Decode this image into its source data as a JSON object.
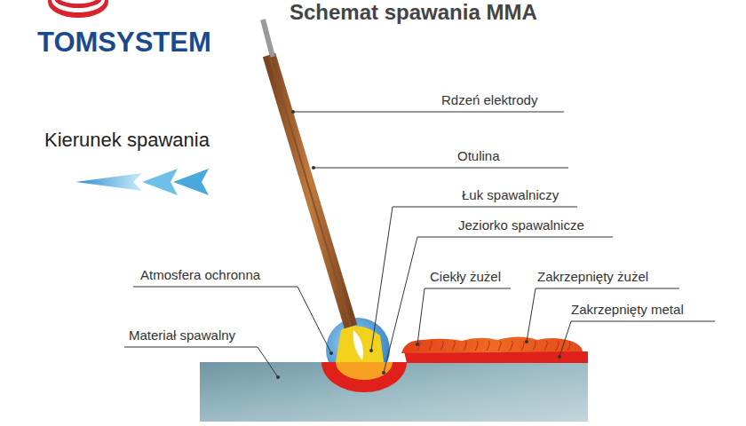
{
  "diagram": {
    "title": "Schemat spawania MMA",
    "labels": [
      "TOMSYSTEM",
      "Kierunek spawania",
      "Rdzeń elektrody",
      "Otulina",
      "Łuk spawalniczy",
      "Jeziorko spawalnicze",
      "Atmosfera ochronna",
      "Ciekły żużel",
      "Zakrzepnięty żużel",
      "Zakrzepnięty metal",
      "Materiał spawalny"
    ]
  }
}
